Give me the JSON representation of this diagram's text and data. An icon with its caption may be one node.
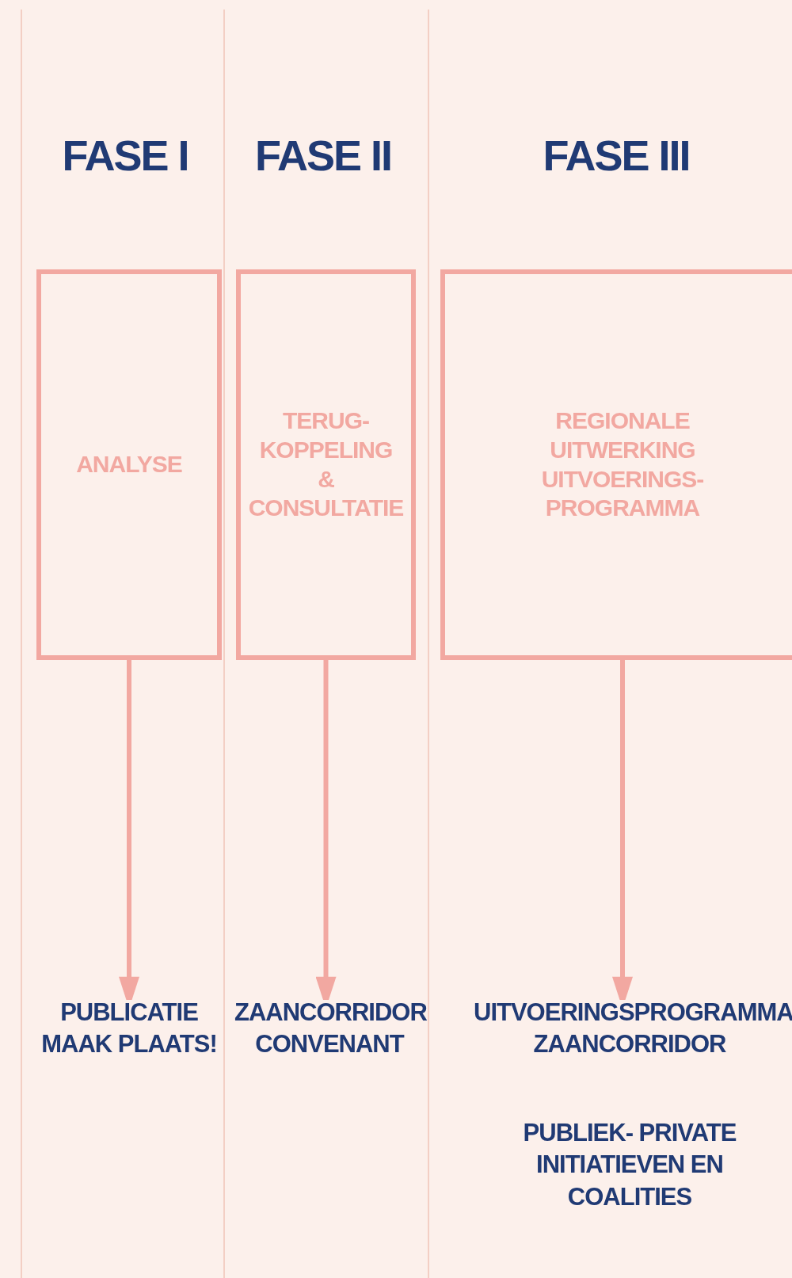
{
  "diagram": {
    "nodes": [
      {
        "text": [
          "ANALYSE"
        ]
      },
      {
        "text": [
          "TERUG- KOPPELING & CONSULTATIE"
        ]
      },
      {
        "text": [
          "REGIONALE UITWERKING UITVOERINGS- PROGRAMMA"
        ]
      },
      {
        "text": [
          "PUBLICATIE MAAK PLAATS!"
        ]
      },
      {
        "text": [
          "ZAANCORRIDOR CONVENANT"
        ]
      },
      {
        "text": [
          "UITVOERINGSPROGRAMMA ZAANCORRIDOR"
        ]
      },
      {
        "text": [
          "PUBLIEK- PRIVATE INITIATIEVEN EN COALITIES"
        ]
      }
    ],
    "edges": [
      {
        "from": 0,
        "to": 3,
        "arrow": "to"
      },
      {
        "from": 1,
        "to": 4,
        "arrow": "to"
      },
      {
        "from": 2,
        "to": 5,
        "arrow": "to"
      }
    ],
    "labels": [
      "FASE I",
      "FASE II",
      "FASE III"
    ]
  }
}
